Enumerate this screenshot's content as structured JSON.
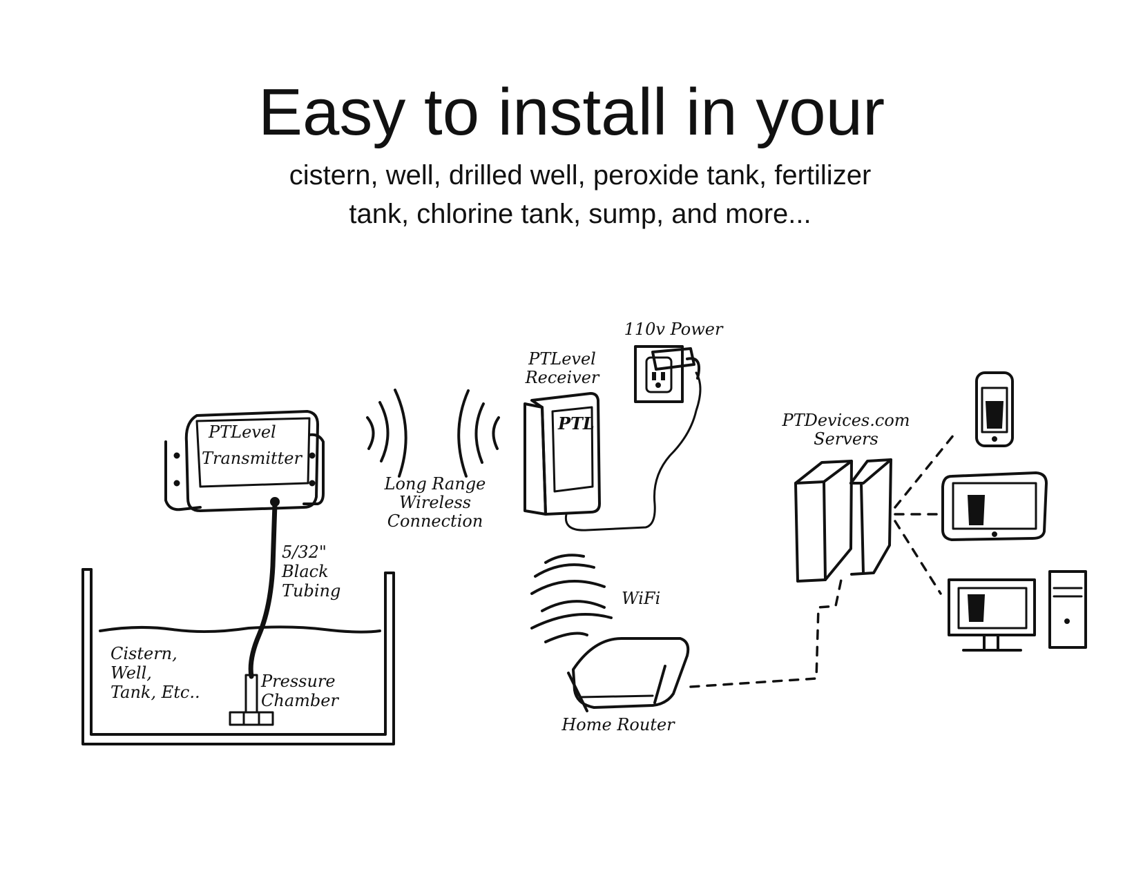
{
  "heading": {
    "title": "Easy to install in your",
    "subtitle_line1": "cistern, well, drilled well, peroxide tank, fertilizer",
    "subtitle_line2": "tank, chlorine tank, sump, and more..."
  },
  "diagram": {
    "transmitter_label_line1": "PTLevel",
    "transmitter_label_line2": "Transmitter",
    "tubing_label_line1": "5/32\"",
    "tubing_label_line2": "Black",
    "tubing_label_line3": "Tubing",
    "tank_label_line1": "Cistern,",
    "tank_label_line2": "Well,",
    "tank_label_line3": "Tank, Etc..",
    "chamber_label_line1": "Pressure",
    "chamber_label_line2": "Chamber",
    "wireless_label_line1": "Long Range",
    "wireless_label_line2": "Wireless",
    "wireless_label_line3": "Connection",
    "receiver_label_line1": "PTLevel",
    "receiver_label_line2": "Receiver",
    "receiver_logo": "PTL",
    "power_label": "110v Power",
    "wifi_label": "WiFi",
    "router_label": "Home Router",
    "servers_label_line1": "PTDevices.com",
    "servers_label_line2": "Servers"
  }
}
